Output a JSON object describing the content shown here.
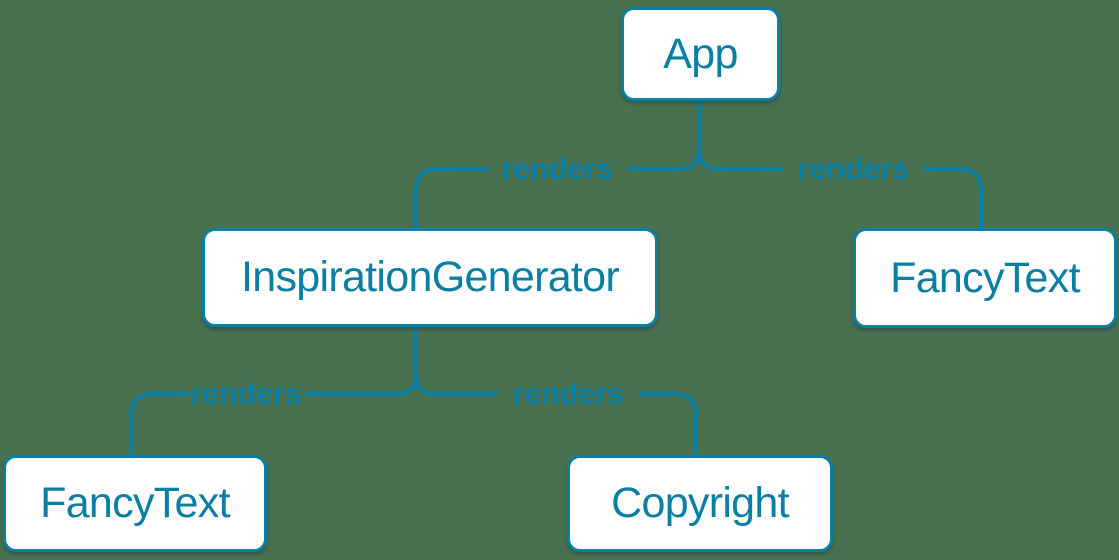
{
  "diagram": {
    "type": "tree",
    "description": "React component render tree",
    "colors": {
      "background": "#48714f",
      "accent": "#0b7ea4",
      "node_fill": "#ffffff"
    },
    "nodes": [
      {
        "id": "app",
        "label": "App"
      },
      {
        "id": "inspiration-generator",
        "label": "InspirationGenerator"
      },
      {
        "id": "fancy-text-top",
        "label": "FancyText"
      },
      {
        "id": "fancy-text-bottom",
        "label": "FancyText"
      },
      {
        "id": "copyright",
        "label": "Copyright"
      }
    ],
    "edges": [
      {
        "from": "App",
        "to": "InspirationGenerator",
        "label": "renders"
      },
      {
        "from": "App",
        "to": "FancyText",
        "label": "renders"
      },
      {
        "from": "InspirationGenerator",
        "to": "FancyText",
        "label": "renders"
      },
      {
        "from": "InspirationGenerator",
        "to": "Copyright",
        "label": "renders"
      }
    ]
  }
}
